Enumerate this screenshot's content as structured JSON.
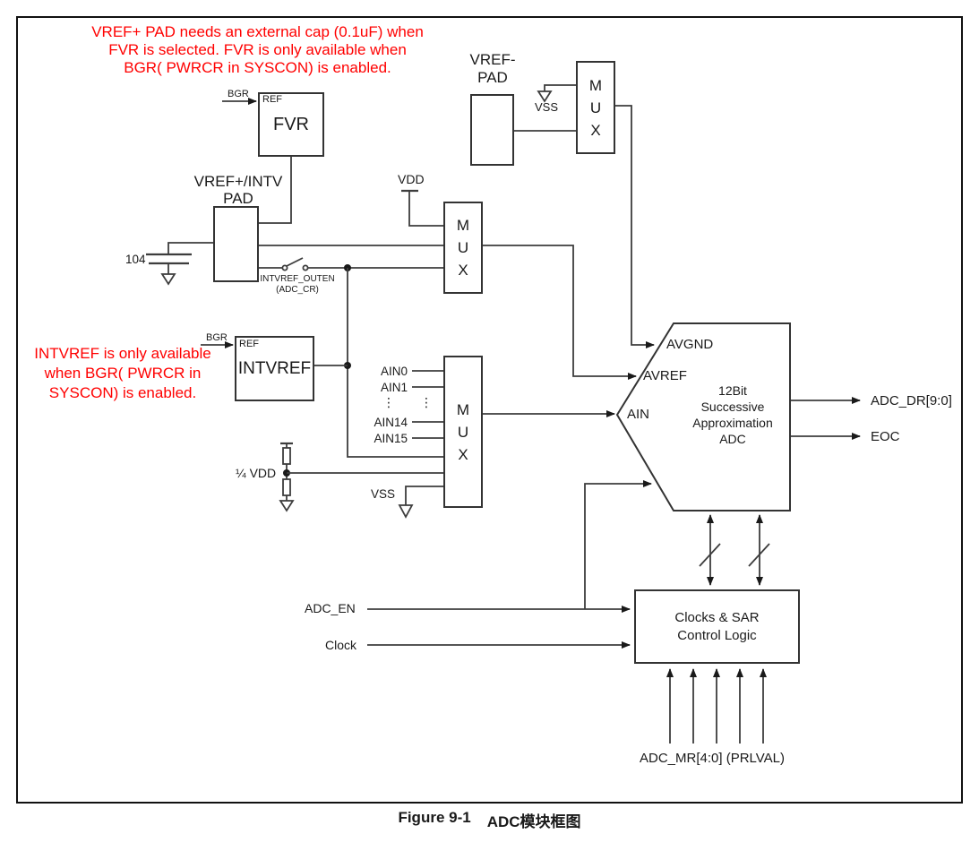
{
  "figure": {
    "caption_label": "Figure 9-1",
    "caption_title": "ADC模块框图"
  },
  "notes": {
    "fvr_note": "VREF+ PAD needs an external cap (0.1uF) when\nFVR is selected. FVR is only available when\nBGR( PWRCR in SYSCON) is enabled.",
    "intvref_note": "INTVREF is only available\nwhen BGR( PWRCR in\nSYSCON) is enabled."
  },
  "blocks": {
    "fvr": {
      "label": "FVR",
      "pin": "REF",
      "input": "BGR"
    },
    "intvref": {
      "label": "INTVREF",
      "pin": "REF",
      "input": "BGR"
    },
    "vref_plus_pad": {
      "label": "VREF+/INTV\nPAD"
    },
    "vref_minus_pad": {
      "label": "VREF-\nPAD"
    },
    "mux": {
      "label": "M\nU\nX"
    },
    "adc": {
      "label": "12Bit\nSuccessive\nApproximation\nADC",
      "pin_avgnd": "AVGND",
      "pin_avref": "AVREF",
      "pin_ain": "AIN"
    },
    "control": {
      "label": "Clocks & SAR\nControl Logic"
    }
  },
  "signals": {
    "vdd": "VDD",
    "vss_top": "VSS",
    "vss_bottom": "VSS",
    "quarter_vdd": "¼ VDD",
    "cap_value": "104",
    "switch_label": "INTVREF_OUTEN\n(ADC_CR)",
    "ain_inputs": [
      "AIN0",
      "AIN1",
      "AIN14",
      "AIN15"
    ],
    "ain_ellipsis": "⋮",
    "adc_en": "ADC_EN",
    "clock": "Clock",
    "adc_dr": "ADC_DR[9:0]",
    "eoc": "EOC",
    "adc_mr": "ADC_MR[4:0] (PRLVAL)"
  },
  "colors": {
    "note_text": "#ff0000",
    "wire": "#3d3d3d",
    "box_border": "#333333",
    "frame_border": "#111111"
  }
}
